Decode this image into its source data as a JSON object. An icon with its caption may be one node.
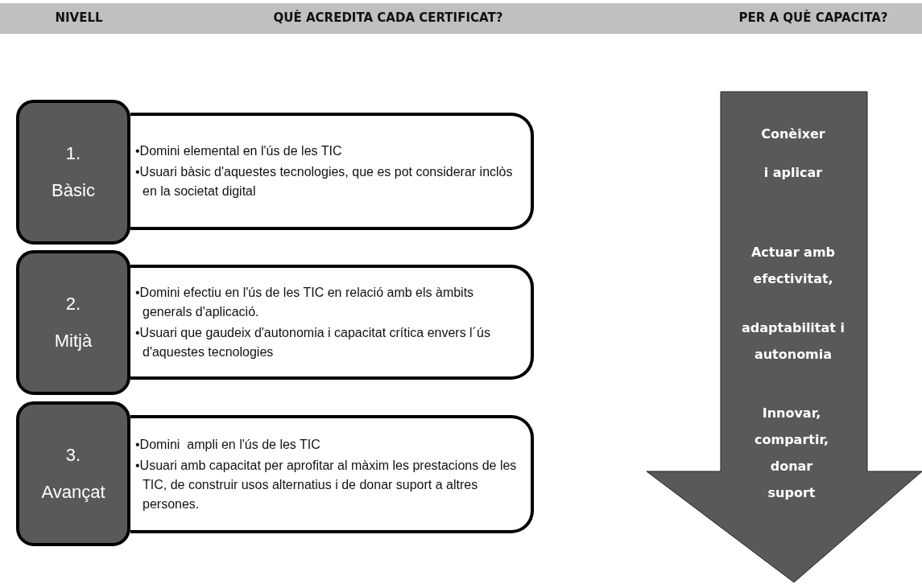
{
  "diagram": {
    "nodes": [
      {
        "text": [
          "1. Bàsic"
        ]
      },
      {
        "text": [
          "•Domini elemental en l'ús de les TIC",
          "•Usuari bàsic d'aquestes tecnologies, que es pot considerar inclòs en la societat digital"
        ]
      },
      {
        "text": [
          "2. Mitjà"
        ]
      },
      {
        "text": [
          "•Domini efectiu en l'ús de les TIC en relació amb els àmbits generals d'aplicació.",
          "•Usuari que gaudeix d'autonomia i capacitat crítica envers l´ús d'aquestes tecnologies"
        ]
      },
      {
        "text": [
          "3. Avançat"
        ]
      },
      {
        "text": [
          "•Domini  ampli en l'ús de les TIC",
          "•Usuari amb capacitat per aprofitar al màxim les prestacions de les TIC, de construir usos alternatius i de donar suport a altres persones."
        ]
      },
      {
        "text": [
          "Conèixer",
          "i aplicar",
          "Actuar amb efectivitat,",
          "adaptabilitat i autonomia",
          "Innovar, compartir, donar suport"
        ]
      }
    ],
    "edges": [],
    "labels": [
      "NIVELL",
      "QUÈ ACREDITA CADA CERTIFICAT?",
      "PER A QUÈ CAPACITA?"
    ]
  }
}
